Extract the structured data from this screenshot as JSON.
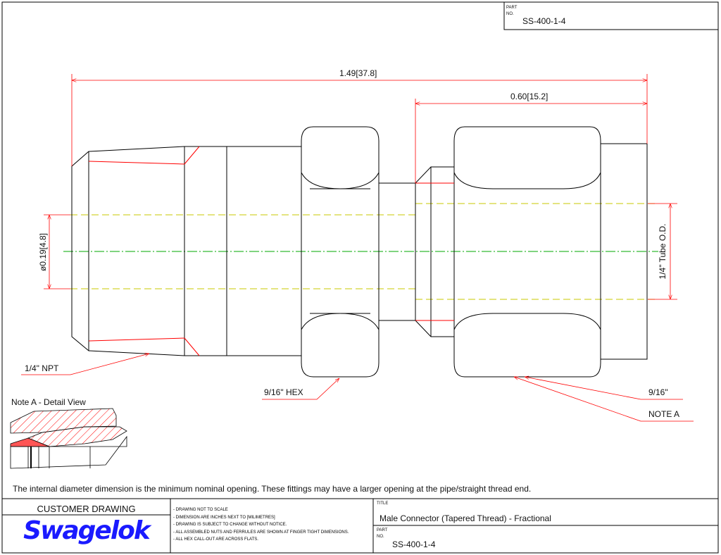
{
  "header": {
    "part_label": "PART",
    "no_label": "NO.",
    "part_number": "SS-400-1-4"
  },
  "dimensions": {
    "overall_length": "1.49[37.8]",
    "nut_length": "0.60[15.2]",
    "min_opening": "ø0.19[4.8]",
    "tube_od": "1/4\" Tube O.D."
  },
  "callouts": {
    "npt": "1/4\" NPT",
    "hex": "9/16\" HEX",
    "nut_hex": "9/16\"",
    "note_a": "NOTE A",
    "detail_title": "Note A - Detail View"
  },
  "note": "The internal diameter dimension is the minimum nominal opening. These fittings may have a larger opening at the pipe/straight thread end.",
  "title_block": {
    "customer_drawing": "CUSTOMER DRAWING",
    "logo": "Swagelok",
    "notes": [
      "- DRAWING NOT TO SCALE",
      "- DIMENSION ARE INCHES NEXT TO [MILIMETRES]",
      "- DRAWING IS SUBJECT TO CHANGE WITHOUT NOTICE.",
      "- ALL ASSEMBLED NUTS AND FERRULES ARE SHOWN AT FINGER TIGHT DIMENSIONS.",
      "- ALL HEX CALL-OUT ARE ACROSS FLATS."
    ],
    "title_label": "TITLE",
    "title": "Male Connector (Tapered Thread) - Fractional",
    "part_label": "PART",
    "no_label": "NO.",
    "part_number": "SS-400-1-4"
  },
  "colors": {
    "dimension": "#ff0000",
    "centerline": "#00aa00",
    "hidden": "#c8c800",
    "logo": "#1a1aff"
  }
}
